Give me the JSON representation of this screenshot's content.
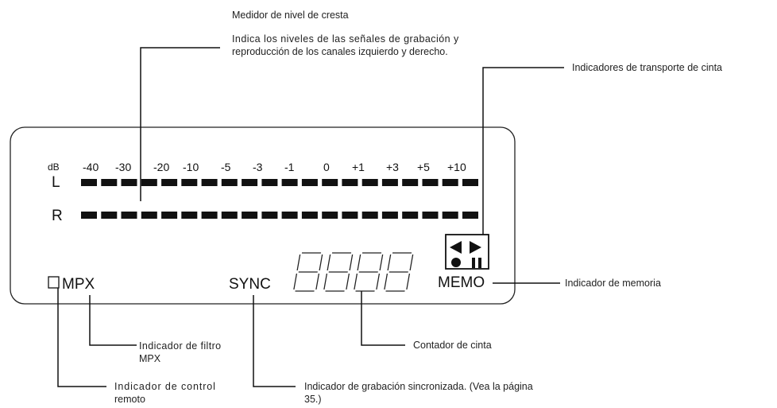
{
  "captions": {
    "peak_meter_title": "Medidor de nivel de cresta",
    "peak_meter_desc_1": "Indica los niveles de las señales de grabación y",
    "peak_meter_desc_2": "reproducción de los canales izquierdo y derecho.",
    "transport": "Indicadores de transporte de cinta",
    "memory": "Indicador de memoria",
    "tape_counter": "Contador de cinta",
    "mpx_filter_1": "Indicador de filtro",
    "mpx_filter_2": "MPX",
    "remote_1": "Indicador de control",
    "remote_2": "remoto",
    "sync_1": "Indicador de grabación sincronizada. (Vea la página",
    "sync_2": "35.)"
  },
  "display": {
    "db_label": "dB",
    "scale": [
      "-40",
      "-30",
      "-20",
      "-10",
      "-5",
      "-3",
      "-1",
      "0",
      "+1",
      "+3",
      "+5",
      "+10"
    ],
    "channel_left": "L",
    "channel_right": "R",
    "segments_per_channel": 20,
    "mpx": "MPX",
    "sync": "SYNC",
    "memo": "MEMO",
    "counter_digits": 4
  }
}
